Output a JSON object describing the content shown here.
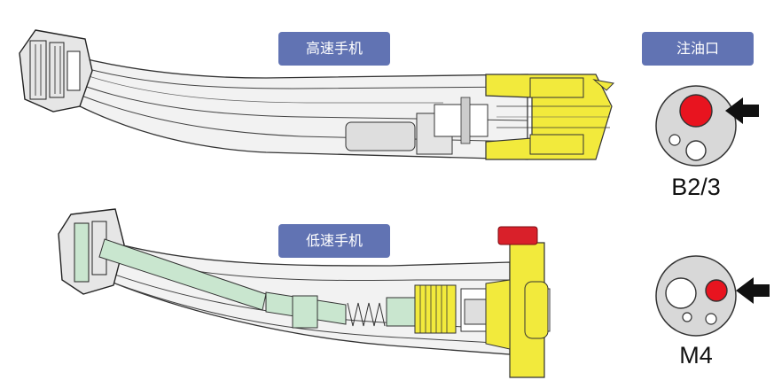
{
  "labels": {
    "high_speed": "高速手机",
    "low_speed": "低速手机",
    "oil_port": "注油口"
  },
  "ports": {
    "b23": "B2/3",
    "m4": "M4"
  },
  "colors": {
    "label_bg": "#6173b3",
    "oil_hole": "#e8141f",
    "coupler_yellow": "#f2ea3c",
    "gear_green": "#c9e6cf",
    "port_disk": "#d8d8d8",
    "red_cap": "#d9202a"
  },
  "icons": {
    "pointer": "black-arrow-left-icon"
  }
}
